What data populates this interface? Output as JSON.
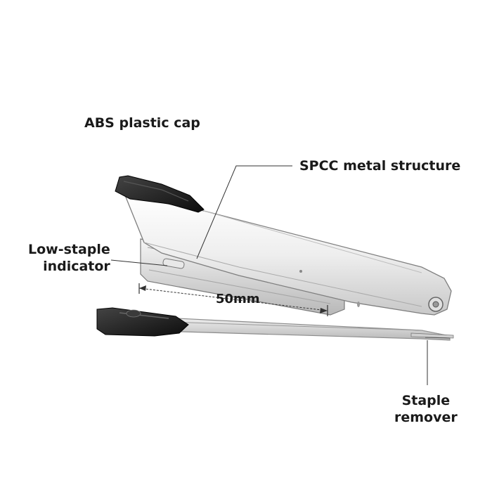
{
  "labels": {
    "abs_cap": "ABS plastic cap",
    "spcc_structure": "SPCC metal structure",
    "low_staple_line1": "Low-staple",
    "low_staple_line2": "indicator",
    "dimension": "50mm",
    "remover_line1": "Staple",
    "remover_line2": "remover"
  },
  "colors": {
    "metal_light": "#f2f2f2",
    "metal_mid": "#d9d9d9",
    "metal_edge": "#8c8c8c",
    "plastic_black": "#1c1c1c",
    "callout_line": "#333333",
    "text": "#1a1a1a"
  },
  "icons": {
    "product": "stapler-illustration"
  }
}
